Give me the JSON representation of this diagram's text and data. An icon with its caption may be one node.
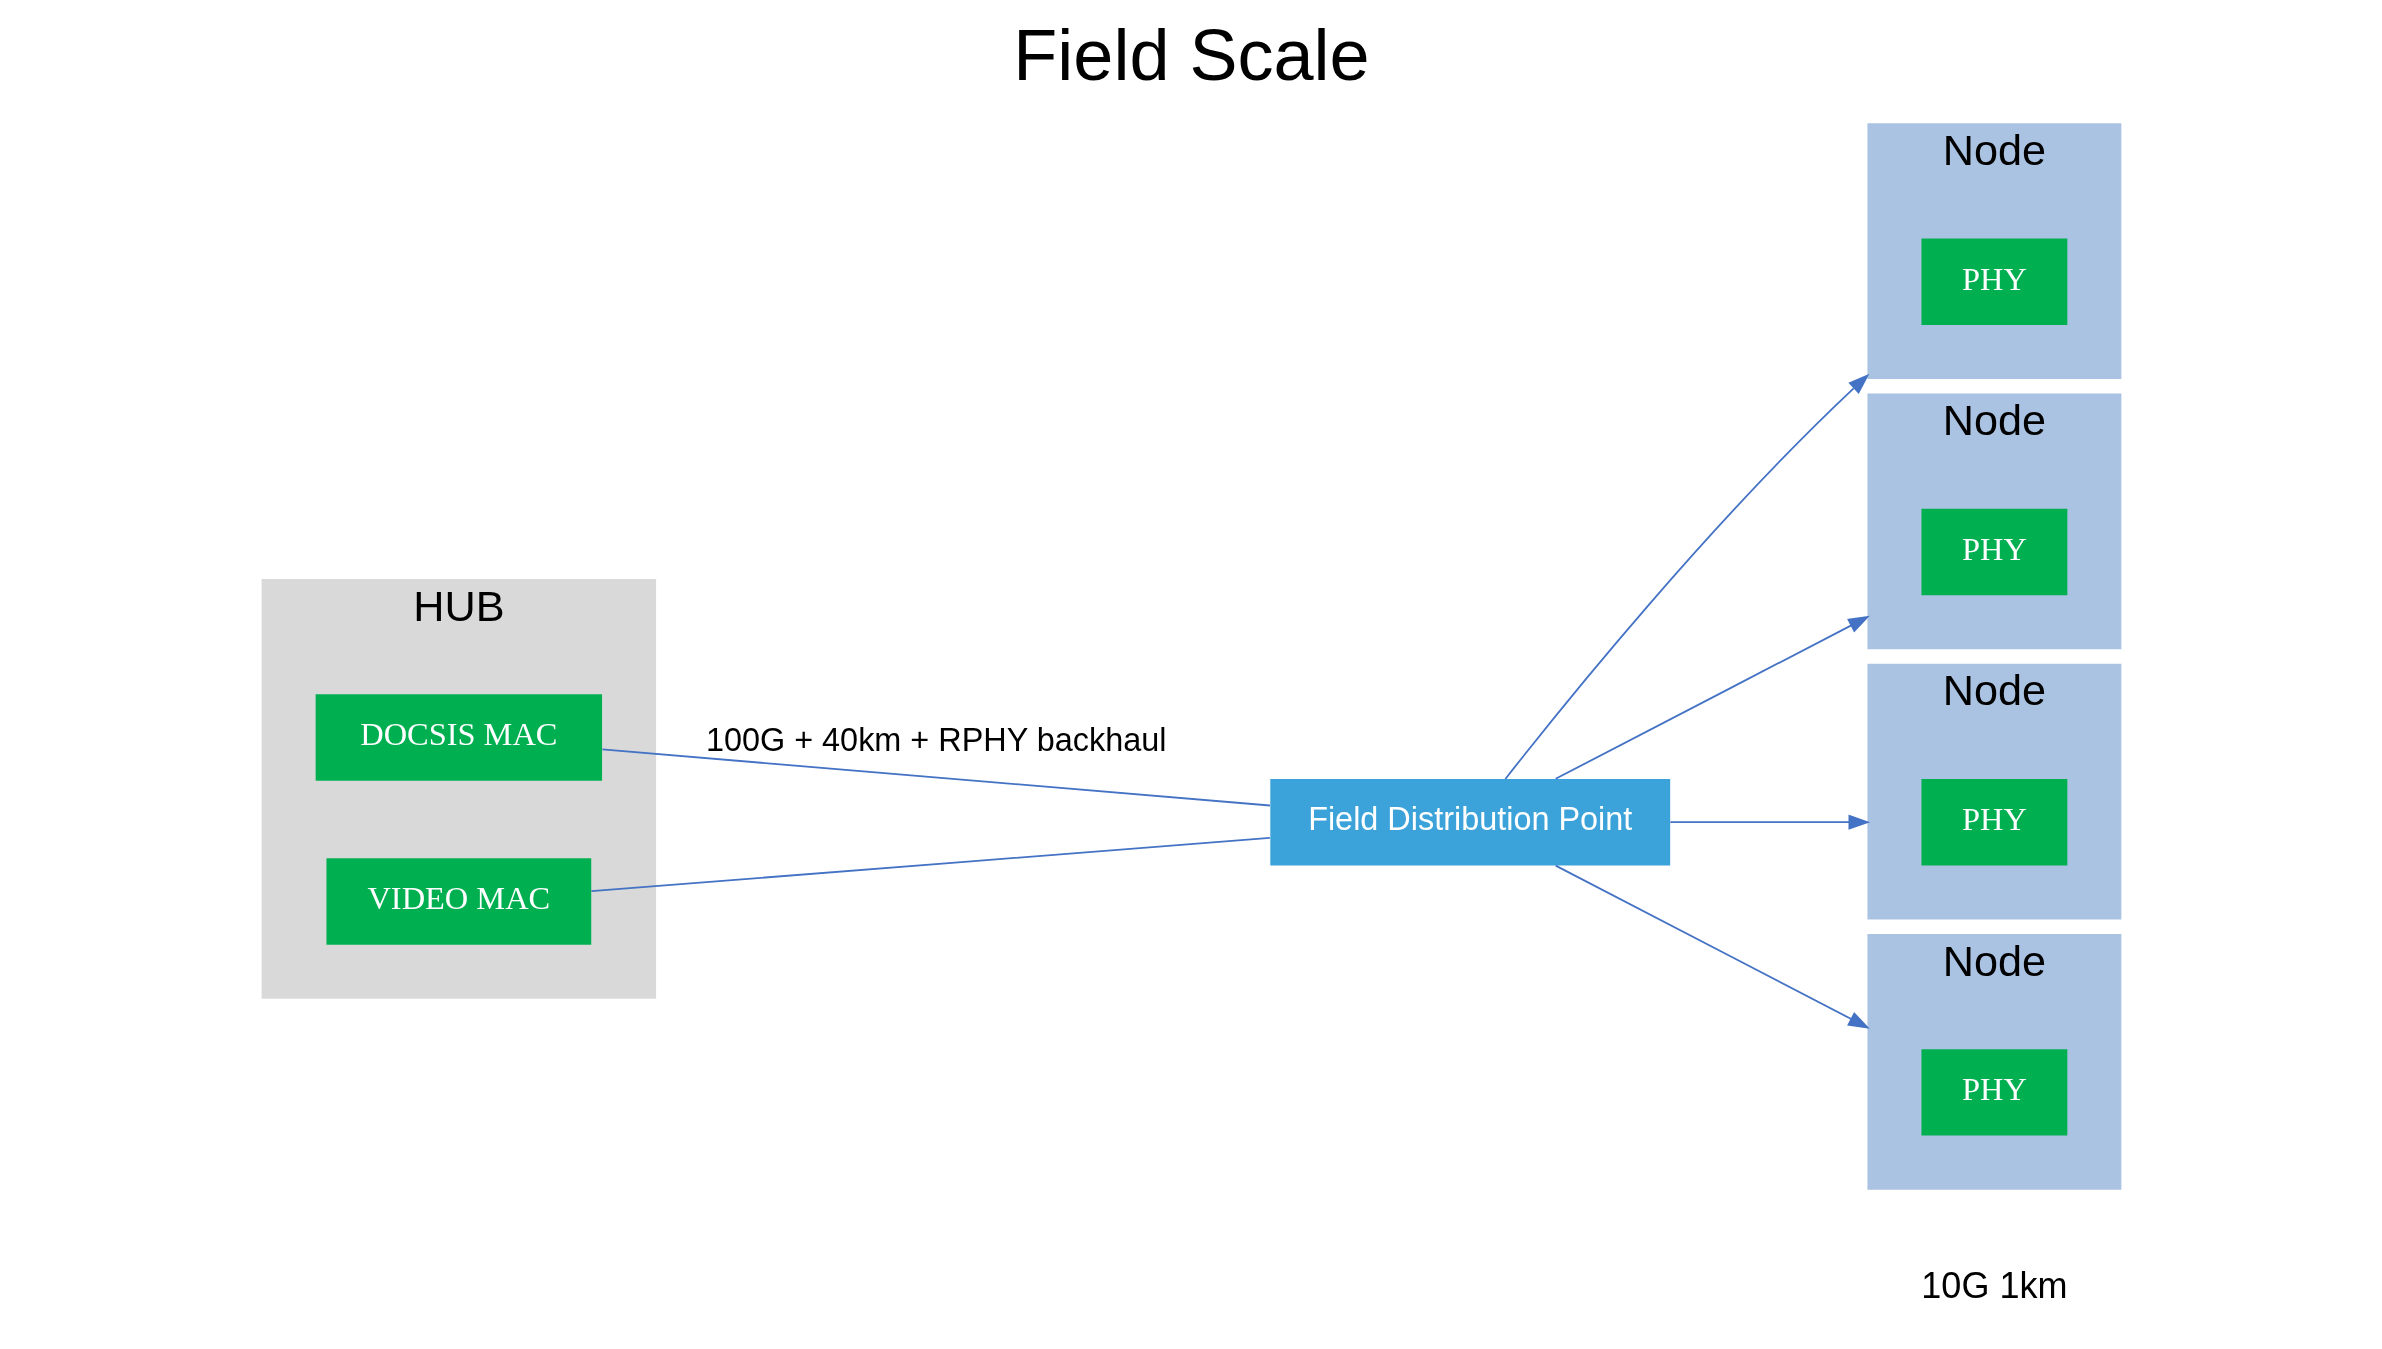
{
  "diagram": {
    "title": "Field Scale",
    "nodes": [
      {
        "text": [
          "HUB"
        ]
      },
      {
        "text": [
          "DOCSIS MAC"
        ],
        "in": 0
      },
      {
        "text": [
          "VIDEO MAC"
        ],
        "in": 0
      },
      {
        "text": [
          "Field Distribution Point"
        ]
      },
      {
        "text": [
          "Node"
        ]
      },
      {
        "text": [
          "PHY"
        ],
        "in": 4
      },
      {
        "text": [
          "Node"
        ]
      },
      {
        "text": [
          "PHY"
        ],
        "in": 6
      },
      {
        "text": [
          "Node"
        ]
      },
      {
        "text": [
          "PHY"
        ],
        "in": 8
      },
      {
        "text": [
          "Node"
        ]
      },
      {
        "text": [
          "PHY"
        ],
        "in": 10
      }
    ],
    "edges": [
      {
        "from": 1,
        "to": 3,
        "arrow": "none",
        "label": "100G + 40km + RPHY backhaul"
      },
      {
        "from": 2,
        "to": 3,
        "arrow": "none"
      },
      {
        "from": 3,
        "to": 4,
        "arrow": "to"
      },
      {
        "from": 3,
        "to": 6,
        "arrow": "to"
      },
      {
        "from": 3,
        "to": 8,
        "arrow": "to"
      },
      {
        "from": 3,
        "to": 10,
        "arrow": "to"
      }
    ],
    "labels": [
      "10G 1km"
    ]
  }
}
